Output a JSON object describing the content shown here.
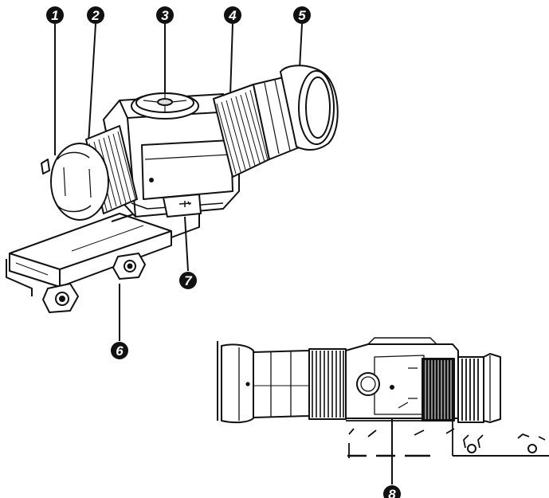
{
  "callouts": [
    {
      "id": "c1",
      "label": "1"
    },
    {
      "id": "c2",
      "label": "2"
    },
    {
      "id": "c3",
      "label": "3"
    },
    {
      "id": "c4",
      "label": "4"
    },
    {
      "id": "c5",
      "label": "5"
    },
    {
      "id": "c6",
      "label": "6"
    },
    {
      "id": "c7",
      "label": "7"
    },
    {
      "id": "c8",
      "label": "8"
    }
  ],
  "colors": {
    "ink": "#111111",
    "paper": "#ffffff",
    "shade": "#dddddd"
  }
}
